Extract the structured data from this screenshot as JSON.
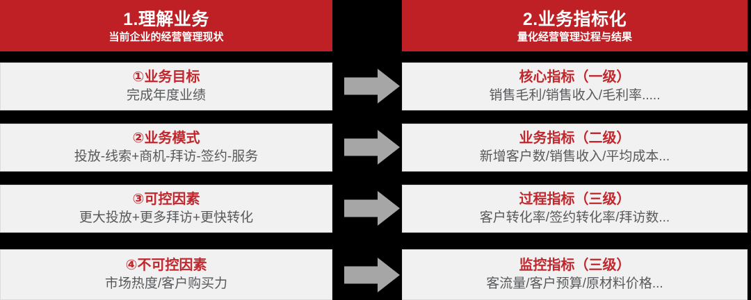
{
  "theme": {
    "accent_red": "#BE2025",
    "title_red": "#C0272D",
    "card_bg": "#F1F1F1",
    "card_border": "#DCDCDC",
    "body_text": "#58595B",
    "arrow_gray": "#A6A6A6",
    "background": "#000000"
  },
  "columns": {
    "left": {
      "header": {
        "title": "1.理解业务",
        "subtitle": "当前企业的经营管理现状"
      },
      "cards": [
        {
          "title": "①业务目标",
          "subtitle": "完成年度业绩"
        },
        {
          "title": "②业务模式",
          "subtitle": "投放-线索+商机-拜访-签约-服务"
        },
        {
          "title": "③可控因素",
          "subtitle": "更大投放+更多拜访+更快转化"
        },
        {
          "title": "④不可控因素",
          "subtitle": "市场热度/客户购买力"
        }
      ]
    },
    "right": {
      "header": {
        "title": "2.业务指标化",
        "subtitle": "量化经营管理过程与结果"
      },
      "cards": [
        {
          "title": "核心指标（一级）",
          "subtitle": "销售毛利/销售收入/毛利率....."
        },
        {
          "title": "业务指标（二级）",
          "subtitle": "新增客户数/销售收入/平均成本..."
        },
        {
          "title": "过程指标（三级）",
          "subtitle": "客户转化率/签约转化率/拜访数..."
        },
        {
          "title": "监控指标（三级）",
          "subtitle": "客流量/客户预算/原材料价格..."
        }
      ]
    }
  },
  "arrows": [
    {
      "name": "arrow-right-1"
    },
    {
      "name": "arrow-right-2"
    },
    {
      "name": "arrow-right-3"
    },
    {
      "name": "arrow-right-4"
    }
  ]
}
